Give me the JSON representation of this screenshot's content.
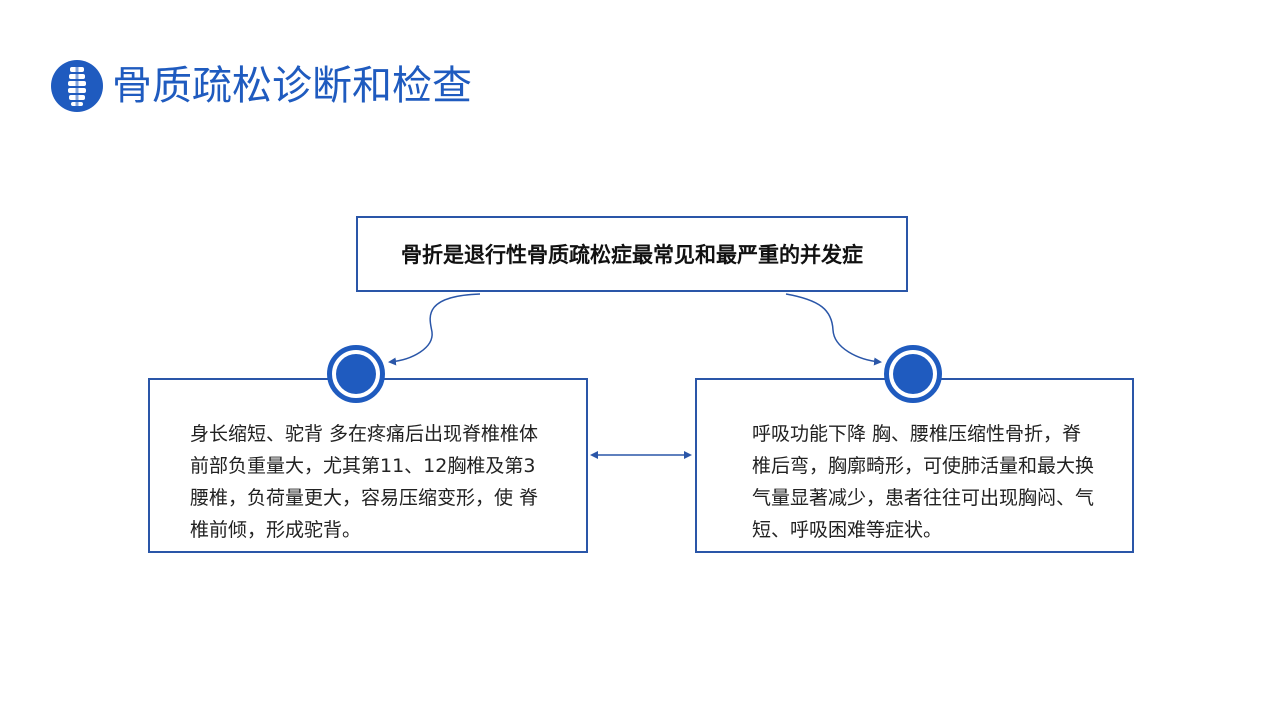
{
  "header": {
    "title": "骨质疏松诊断和检查",
    "logo_icon": "spine-icon"
  },
  "diagram": {
    "top_box": {
      "text": "骨折是退行性骨质疏松症最常见和最严重的并发症"
    },
    "left_card": {
      "text": "身长缩短、驼背 多在疼痛后出现脊椎椎体前部负重量大，尤其第11、12胸椎及第3腰椎，负荷量更大，容易压缩变形，使 脊椎前倾，形成驼背。"
    },
    "right_card": {
      "text": "呼吸功能下降 胸、腰椎压缩性骨折，脊椎后弯，胸廓畸形，可使肺活量和最大换气量显著减少，患者往往可出现胸闷、气 短、呼吸困难等症状。"
    }
  },
  "colors": {
    "primary": "#1f5bbf",
    "border": "#2a56a8",
    "connector": "#2a56a8"
  }
}
